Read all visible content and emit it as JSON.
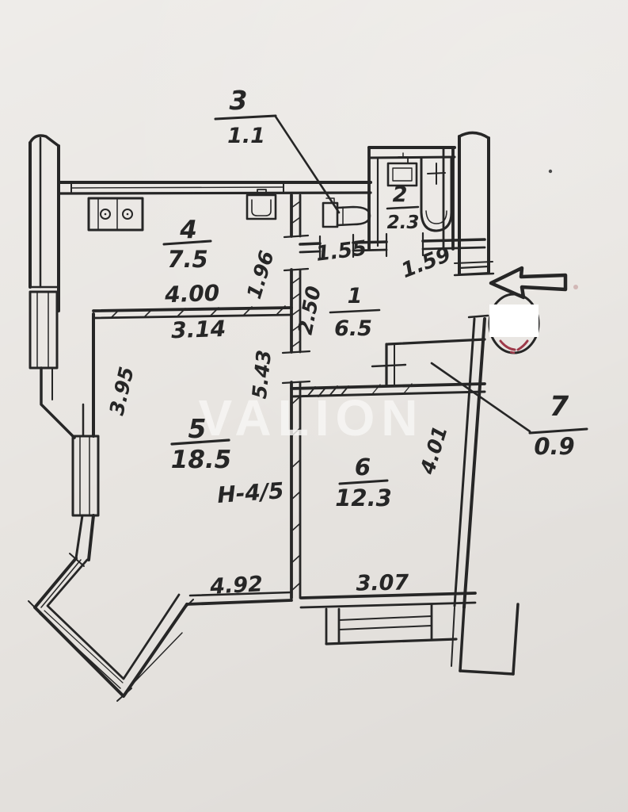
{
  "watermark": {
    "text": "VALION"
  },
  "rooms": [
    {
      "number": "1",
      "area": "6.5"
    },
    {
      "number": "2",
      "area": "2.3"
    },
    {
      "number": "3",
      "area": "1.1"
    },
    {
      "number": "4",
      "area": "7.5"
    },
    {
      "number": "5",
      "area": "18.5"
    },
    {
      "number": "6",
      "area": "12.3"
    },
    {
      "number": "7",
      "area": "0.9"
    }
  ],
  "dimensions": {
    "d400": "4.00",
    "d314": "3.14",
    "d155": "1.55",
    "d159": "1.59",
    "d196": "1.96",
    "d250": "2.50",
    "d543": "5.43",
    "d395": "3.95",
    "d401": "4.01",
    "d492": "4.92",
    "d307": "3.07"
  },
  "annotations": {
    "height_note": "H-4/5"
  },
  "icons": {
    "entrance_arrow": "left-arrow-outline",
    "stamp": "round-stamp-redacted"
  },
  "colors": {
    "paper": "#e8e5e1",
    "ink": "#262626",
    "watermark_white": "#f8f7f5",
    "stamp_red": "#9e3a4a",
    "redaction_white": "#ffffff"
  }
}
